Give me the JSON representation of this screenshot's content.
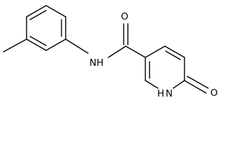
{
  "molecule": {
    "atom_labels": {
      "carbonyl_oxygen": "O",
      "amide_nitrogen": "NH",
      "pyridone_nitrogen": "NH",
      "pyridone_oxygen": "O",
      "pyridone_h": "H",
      "pyridone_n": "N"
    },
    "line_color": "#000000",
    "background": "#ffffff"
  }
}
